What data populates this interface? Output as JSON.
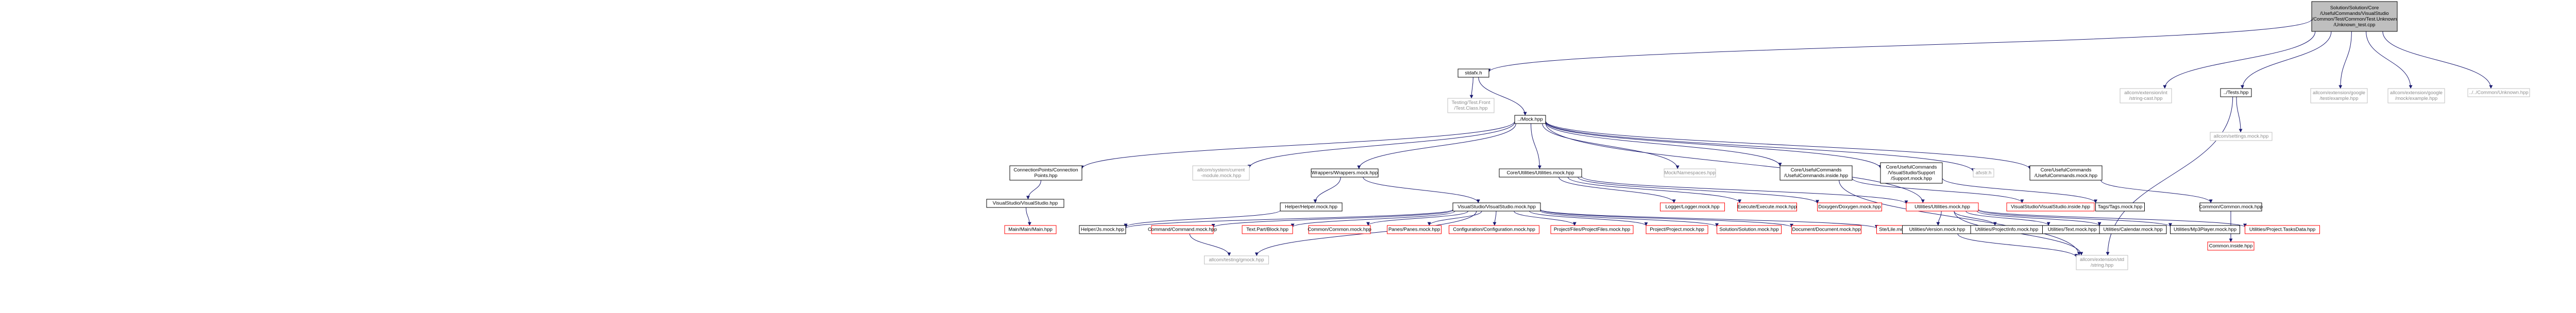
{
  "colors": {
    "edge": "#191970",
    "node_border_default": "#000000",
    "node_border_missing": "#bfbfbf",
    "node_border_red": "#ff0000",
    "node_root_fill": "#bfbfbf",
    "text_default": "#000000",
    "text_missing": "#8c8c8c",
    "text_red": "#000000"
  },
  "nodes": [
    {
      "id": "root",
      "kind": "root",
      "lines": [
        "Solution/Solution/Core",
        "/UsefulCommands/VisualStudio",
        "/Common/Test/Common/Test.Unknown",
        "/Unknown_test.cpp"
      ]
    },
    {
      "id": "stdafx",
      "kind": "normal",
      "lines": [
        "stdafx.h"
      ]
    },
    {
      "id": "ext_int_string_cast",
      "kind": "missing",
      "lines": [
        "allcom/extension/int",
        "/string-cast.hpp"
      ]
    },
    {
      "id": "tests_hpp",
      "kind": "normal",
      "lines": [
        "../Tests.hpp"
      ]
    },
    {
      "id": "google_test_example",
      "kind": "missing",
      "lines": [
        "allcom/extension/google",
        "/test/example.hpp"
      ]
    },
    {
      "id": "google_mock_example",
      "kind": "missing",
      "lines": [
        "allcom/extension/google",
        "/mock/example.hpp"
      ]
    },
    {
      "id": "common_unknown",
      "kind": "missing",
      "lines": [
        "../../Common/Unknown.hpp"
      ]
    },
    {
      "id": "testing_front_test_class",
      "kind": "missing",
      "lines": [
        "Testing/Test.Front",
        "/Test.Class.hpp"
      ]
    },
    {
      "id": "mock_hpp",
      "kind": "normal",
      "lines": [
        "../Mock.hpp"
      ]
    },
    {
      "id": "allcom_settings_mock",
      "kind": "missing",
      "lines": [
        "allcom/settings.mock.hpp"
      ]
    },
    {
      "id": "conn_points",
      "kind": "normal",
      "lines": [
        "ConnectionPoints/Connection",
        "Points.hpp"
      ]
    },
    {
      "id": "sys_current_module",
      "kind": "missing",
      "lines": [
        "allcom/system/current",
        "-module.mock.hpp"
      ]
    },
    {
      "id": "wrappers_mock",
      "kind": "normal",
      "lines": [
        "Wrappers/Wrappers.mock.hpp"
      ]
    },
    {
      "id": "core_utilities_mock",
      "kind": "normal",
      "lines": [
        "Core/Utilities/Utilities.mock.hpp"
      ]
    },
    {
      "id": "mock_namespaces",
      "kind": "missing",
      "lines": [
        "Mock/Namespaces.hpp"
      ]
    },
    {
      "id": "core_uc_inside",
      "kind": "normal",
      "lines": [
        "Core/UsefulCommands",
        "/UsefulCommands.inside.hpp"
      ]
    },
    {
      "id": "core_uc_vs_support",
      "kind": "normal",
      "lines": [
        "Core/UsefulCommands",
        "/VisualStudio/Support",
        "/Support.mock.hpp"
      ]
    },
    {
      "id": "afxstr",
      "kind": "missing",
      "lines": [
        "afxstr.h"
      ]
    },
    {
      "id": "core_uc_mock",
      "kind": "normal",
      "lines": [
        "Core/UsefulCommands",
        "/UsefulCommands.mock.hpp"
      ]
    },
    {
      "id": "vs_vs_hpp",
      "kind": "normal",
      "lines": [
        "VisualStudio/VisualStudio.hpp"
      ]
    },
    {
      "id": "helper_mock",
      "kind": "normal",
      "lines": [
        "Helper/Helper.mock.hpp"
      ]
    },
    {
      "id": "vs_vs_mock",
      "kind": "normal",
      "lines": [
        "VisualStudio/VisualStudio.mock.hpp"
      ]
    },
    {
      "id": "logger_mock",
      "kind": "red",
      "lines": [
        "Logger/Logger.mock.hpp"
      ]
    },
    {
      "id": "execute_mock",
      "kind": "red",
      "lines": [
        "Execute/Execute.mock.hpp"
      ]
    },
    {
      "id": "doxygen_mock",
      "kind": "red",
      "lines": [
        "Doxygen/Doxygen.mock.hpp"
      ]
    },
    {
      "id": "utilities_mock",
      "kind": "red",
      "lines": [
        "Utilities/Utilities.mock.hpp"
      ]
    },
    {
      "id": "vs_vs_inside",
      "kind": "red",
      "lines": [
        "VisualStudio/VisualStudio.inside.hpp"
      ]
    },
    {
      "id": "tags_mock",
      "kind": "normal",
      "lines": [
        "Tags/Tags.mock.hpp"
      ]
    },
    {
      "id": "common_common_mock",
      "kind": "normal",
      "lines": [
        "Common/Common.mock.hpp"
      ]
    },
    {
      "id": "main_main",
      "kind": "red",
      "lines": [
        "Main/Main/Main.hpp"
      ]
    },
    {
      "id": "helper_js_mock",
      "kind": "normal",
      "lines": [
        "Helper/Js.mock.hpp"
      ]
    },
    {
      "id": "command_mock",
      "kind": "red",
      "lines": [
        "Command/Command.mock.hpp"
      ]
    },
    {
      "id": "textpart_block",
      "kind": "red",
      "lines": [
        "Text.Part/Block.hpp"
      ]
    },
    {
      "id": "common_common_mock2",
      "kind": "red",
      "lines": [
        "Common/Common.mock.hpp"
      ]
    },
    {
      "id": "panes_mock",
      "kind": "red",
      "lines": [
        "Panes/Panes.mock.hpp"
      ]
    },
    {
      "id": "configuration_mock",
      "kind": "red",
      "lines": [
        "Configuration/Configuration.mock.hpp"
      ]
    },
    {
      "id": "project_files_mock",
      "kind": "red",
      "lines": [
        "Project/Files/ProjectFiles.mock.hpp"
      ]
    },
    {
      "id": "project_mock",
      "kind": "red",
      "lines": [
        "Project/Project.mock.hpp"
      ]
    },
    {
      "id": "solution_mock",
      "kind": "red",
      "lines": [
        "Solution/Solution.mock.hpp"
      ]
    },
    {
      "id": "document_mock",
      "kind": "red",
      "lines": [
        "Document/Document.mock.hpp"
      ]
    },
    {
      "id": "sterile_mock",
      "kind": "red",
      "lines": [
        "Ste/Lile.mock.hpp"
      ]
    },
    {
      "id": "utilities_version",
      "kind": "normal",
      "lines": [
        "Utilities/Version.mock.hpp"
      ]
    },
    {
      "id": "utilities_project_info",
      "kind": "normal",
      "lines": [
        "Utilities/ProjectInfo.mock.hpp"
      ]
    },
    {
      "id": "utilities_text",
      "kind": "normal",
      "lines": [
        "Utilities/Text.mock.hpp"
      ]
    },
    {
      "id": "utilities_calendar",
      "kind": "normal",
      "lines": [
        "Utilities/Calendar.mock.hpp"
      ]
    },
    {
      "id": "utilities_mp3player",
      "kind": "normal",
      "lines": [
        "Utilities/Mp3Player.mock.hpp"
      ]
    },
    {
      "id": "utilities_project_tasks",
      "kind": "red",
      "lines": [
        "Utilities/Project.TasksData.hpp"
      ]
    },
    {
      "id": "common_inside",
      "kind": "red",
      "lines": [
        "Common.inside.hpp"
      ]
    },
    {
      "id": "allcom_testing_gmock",
      "kind": "missing",
      "lines": [
        "allcom/testing/gmock.hpp"
      ]
    },
    {
      "id": "ext_string",
      "kind": "missing",
      "lines": [
        "allcom/extension/std",
        "/string.hpp"
      ]
    }
  ],
  "edges": [
    [
      "root",
      "stdafx"
    ],
    [
      "root",
      "ext_int_string_cast"
    ],
    [
      "root",
      "tests_hpp"
    ],
    [
      "root",
      "google_test_example"
    ],
    [
      "root",
      "google_mock_example"
    ],
    [
      "root",
      "common_unknown"
    ],
    [
      "stdafx",
      "testing_front_test_class"
    ],
    [
      "stdafx",
      "mock_hpp"
    ],
    [
      "tests_hpp",
      "allcom_settings_mock"
    ],
    [
      "tests_hpp",
      "ext_string"
    ],
    [
      "mock_hpp",
      "conn_points"
    ],
    [
      "mock_hpp",
      "sys_current_module"
    ],
    [
      "mock_hpp",
      "wrappers_mock"
    ],
    [
      "mock_hpp",
      "core_utilities_mock"
    ],
    [
      "mock_hpp",
      "mock_namespaces"
    ],
    [
      "mock_hpp",
      "core_uc_inside"
    ],
    [
      "mock_hpp",
      "core_uc_vs_support"
    ],
    [
      "mock_hpp",
      "afxstr"
    ],
    [
      "mock_hpp",
      "core_uc_mock"
    ],
    [
      "mock_hpp",
      "utilities_mock"
    ],
    [
      "conn_points",
      "vs_vs_hpp"
    ],
    [
      "wrappers_mock",
      "helper_mock"
    ],
    [
      "wrappers_mock",
      "vs_vs_mock"
    ],
    [
      "core_utilities_mock",
      "logger_mock"
    ],
    [
      "core_utilities_mock",
      "execute_mock"
    ],
    [
      "core_utilities_mock",
      "doxygen_mock"
    ],
    [
      "core_utilities_mock",
      "utilities_mock"
    ],
    [
      "core_uc_inside",
      "vs_vs_inside"
    ],
    [
      "core_uc_inside",
      "ext_string"
    ],
    [
      "core_uc_vs_support",
      "tags_mock"
    ],
    [
      "core_uc_mock",
      "common_common_mock"
    ],
    [
      "vs_vs_hpp",
      "main_main"
    ],
    [
      "helper_mock",
      "helper_js_mock"
    ],
    [
      "vs_vs_mock",
      "helper_js_mock"
    ],
    [
      "vs_vs_mock",
      "command_mock"
    ],
    [
      "vs_vs_mock",
      "textpart_block"
    ],
    [
      "vs_vs_mock",
      "common_common_mock2"
    ],
    [
      "vs_vs_mock",
      "panes_mock"
    ],
    [
      "vs_vs_mock",
      "configuration_mock"
    ],
    [
      "vs_vs_mock",
      "project_files_mock"
    ],
    [
      "vs_vs_mock",
      "project_mock"
    ],
    [
      "vs_vs_mock",
      "solution_mock"
    ],
    [
      "vs_vs_mock",
      "document_mock"
    ],
    [
      "vs_vs_mock",
      "sterile_mock"
    ],
    [
      "vs_vs_mock",
      "allcom_testing_gmock"
    ],
    [
      "command_mock",
      "allcom_testing_gmock"
    ],
    [
      "utilities_mock",
      "utilities_version"
    ],
    [
      "utilities_mock",
      "utilities_project_info"
    ],
    [
      "utilities_mock",
      "utilities_text"
    ],
    [
      "utilities_mock",
      "utilities_calendar"
    ],
    [
      "utilities_mock",
      "utilities_mp3player"
    ],
    [
      "utilities_mock",
      "utilities_project_tasks"
    ],
    [
      "utilities_mock",
      "ext_string"
    ],
    [
      "utilities_version",
      "ext_string"
    ],
    [
      "common_common_mock",
      "common_inside"
    ]
  ]
}
